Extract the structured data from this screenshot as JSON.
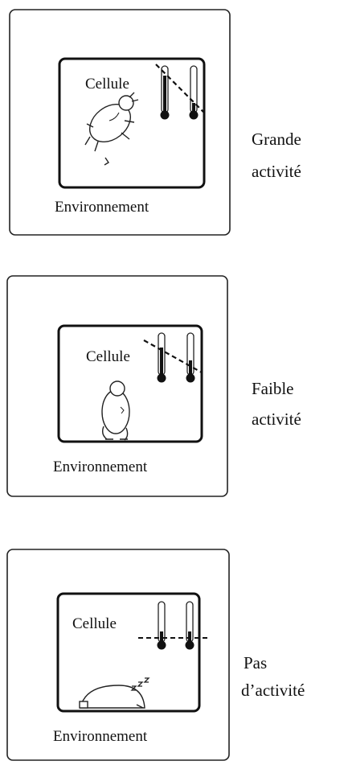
{
  "panels": [
    {
      "cell_label": "Cellule",
      "env_label": "Environnement",
      "activity_line1": "Grande",
      "activity_line2": "activité"
    },
    {
      "cell_label": "Cellule",
      "env_label": "Environnement",
      "activity_line1": "Faible",
      "activity_line2": "activité"
    },
    {
      "cell_label": "Cellule",
      "env_label": "Environnement",
      "activity_line1": "Pas",
      "activity_line2": "d’activité"
    }
  ]
}
